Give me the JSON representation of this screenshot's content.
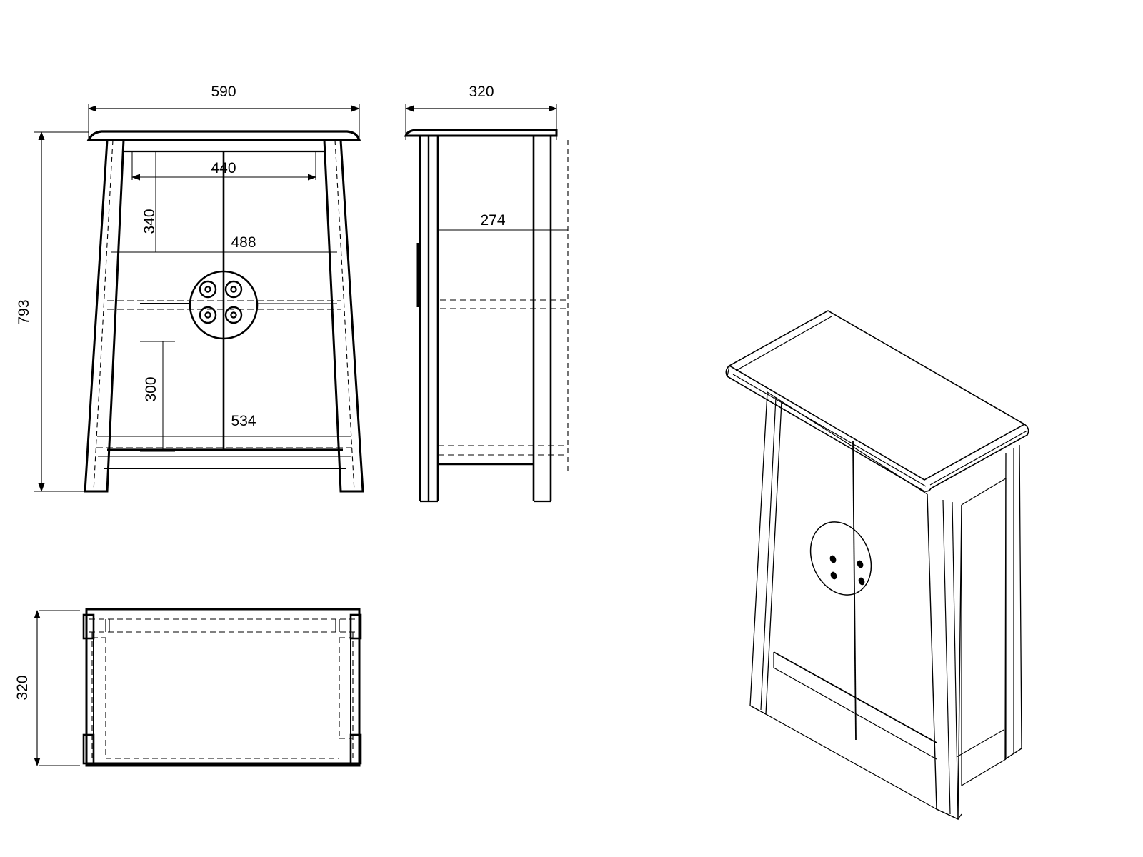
{
  "drawing": {
    "title": "Cabinet technical drawing",
    "units": "mm",
    "line_color": "#000000",
    "background": "#ffffff"
  },
  "views": [
    {
      "id": "front",
      "name": "front-elevation"
    },
    {
      "id": "side",
      "name": "side-elevation"
    },
    {
      "id": "plan",
      "name": "plan-view"
    },
    {
      "id": "iso",
      "name": "isometric-view"
    }
  ],
  "dimensions": {
    "front_width": "590",
    "front_height": "793",
    "front_inner_top": "440",
    "front_upper_gap": "340",
    "front_mid_width": "488",
    "front_lower_gap": "300",
    "front_bottom_width": "534",
    "side_depth": "320",
    "side_inner": "274",
    "plan_depth": "320"
  }
}
